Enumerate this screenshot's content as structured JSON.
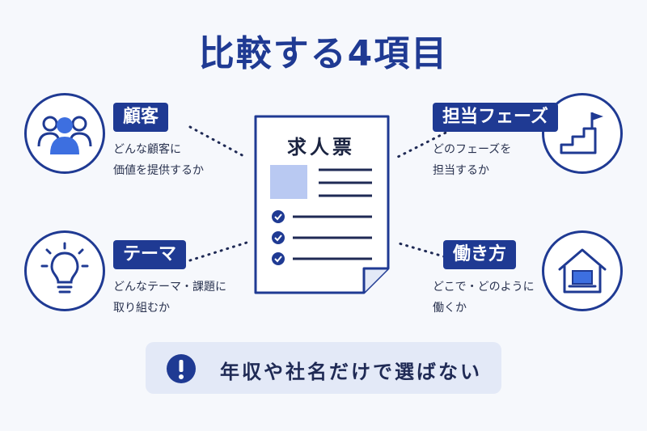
{
  "title": "比較する4項目",
  "document": {
    "title": "求人票"
  },
  "items": {
    "customer": {
      "label": "顧客",
      "desc_line1": "どんな顧客に",
      "desc_line2": "価値を提供するか"
    },
    "phase": {
      "label": "担当フェーズ",
      "desc_line1": "どのフェーズを",
      "desc_line2": "担当するか"
    },
    "theme": {
      "label": "テーマ",
      "desc_line1": "どんなテーマ・課題に",
      "desc_line2": "取り組むか"
    },
    "workstyle": {
      "label": "働き方",
      "desc_line1": "どこで・どのように",
      "desc_line2": "働くか"
    }
  },
  "banner": {
    "text": "年収や社名だけで選ばない"
  },
  "colors": {
    "navy": "#1f3a93",
    "accent": "#3d6fe0",
    "background": "#f6f8fc",
    "banner_bg": "#e3e9f7"
  },
  "icons": {
    "customer": "people-group-icon",
    "phase": "stairs-flag-icon",
    "theme": "lightbulb-icon",
    "workstyle": "house-laptop-icon",
    "banner": "exclamation-icon"
  }
}
